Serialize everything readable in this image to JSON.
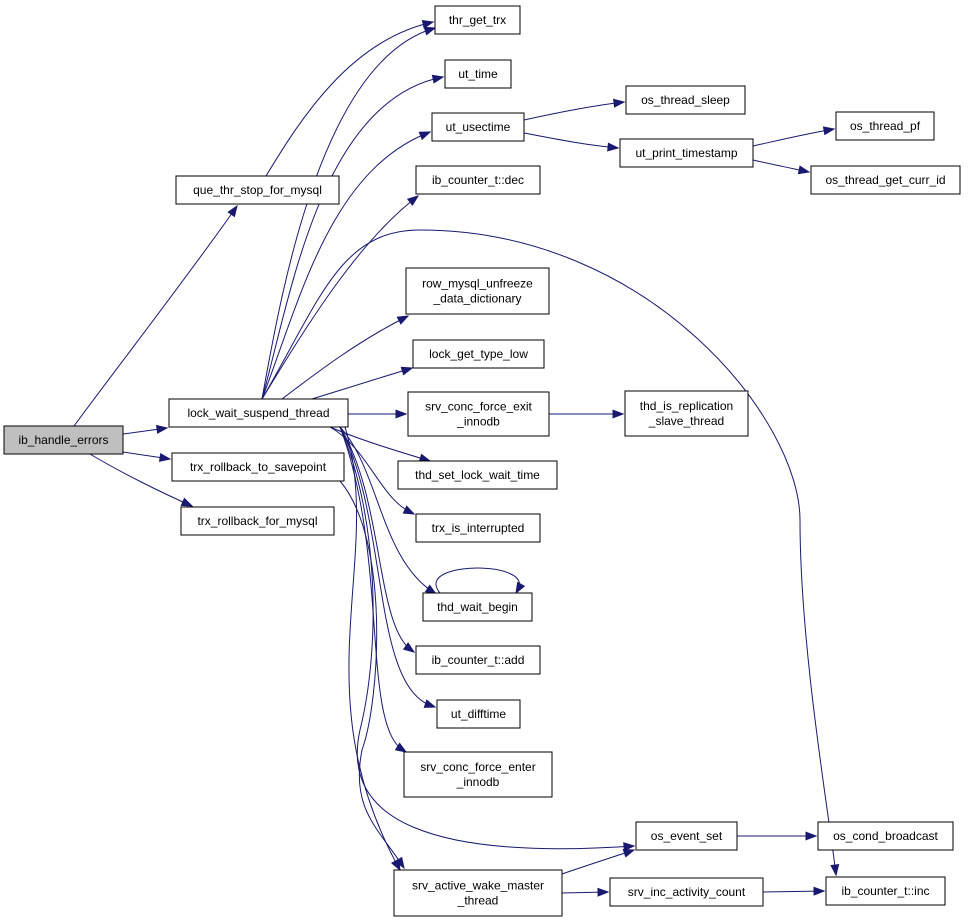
{
  "diagram": {
    "colors": {
      "edge": "#191970",
      "root_fill": "#bfbfbf",
      "node_fill": "#ffffff",
      "border": "#000000"
    },
    "nodes": {
      "ib_handle_errors": [
        "ib_handle_errors"
      ],
      "que_thr_stop_for_mysql": [
        "que_thr_stop_for_mysql"
      ],
      "lock_wait_suspend_thread": [
        "lock_wait_suspend_thread"
      ],
      "trx_rollback_to_savepoint": [
        "trx_rollback_to_savepoint"
      ],
      "trx_rollback_for_mysql": [
        "trx_rollback_for_mysql"
      ],
      "thr_get_trx": [
        "thr_get_trx"
      ],
      "ut_time": [
        "ut_time"
      ],
      "ut_usectime": [
        "ut_usectime"
      ],
      "ib_counter_t_dec": [
        "ib_counter_t::dec"
      ],
      "row_mysql_unfreeze_data_dictionary": [
        "row_mysql_unfreeze",
        "_data_dictionary"
      ],
      "lock_get_type_low": [
        "lock_get_type_low"
      ],
      "srv_conc_force_exit_innodb": [
        "srv_conc_force_exit",
        "_innodb"
      ],
      "thd_set_lock_wait_time": [
        "thd_set_lock_wait_time"
      ],
      "trx_is_interrupted": [
        "trx_is_interrupted"
      ],
      "thd_wait_begin": [
        "thd_wait_begin"
      ],
      "ib_counter_t_add": [
        "ib_counter_t::add"
      ],
      "ut_difftime": [
        "ut_difftime"
      ],
      "srv_conc_force_enter_innodb": [
        "srv_conc_force_enter",
        "_innodb"
      ],
      "srv_active_wake_master_thread": [
        "srv_active_wake_master",
        "_thread"
      ],
      "os_thread_sleep": [
        "os_thread_sleep"
      ],
      "ut_print_timestamp": [
        "ut_print_timestamp"
      ],
      "os_thread_pf": [
        "os_thread_pf"
      ],
      "os_thread_get_curr_id": [
        "os_thread_get_curr_id"
      ],
      "thd_is_replication_slave_thread": [
        "thd_is_replication",
        "_slave_thread"
      ],
      "os_event_set": [
        "os_event_set"
      ],
      "os_cond_broadcast": [
        "os_cond_broadcast"
      ],
      "srv_inc_activity_count": [
        "srv_inc_activity_count"
      ],
      "ib_counter_t_inc": [
        "ib_counter_t::inc"
      ]
    },
    "edges": [
      [
        "ib_handle_errors",
        "que_thr_stop_for_mysql"
      ],
      [
        "ib_handle_errors",
        "lock_wait_suspend_thread"
      ],
      [
        "ib_handle_errors",
        "trx_rollback_to_savepoint"
      ],
      [
        "ib_handle_errors",
        "trx_rollback_for_mysql"
      ],
      [
        "que_thr_stop_for_mysql",
        "thr_get_trx"
      ],
      [
        "lock_wait_suspend_thread",
        "thr_get_trx"
      ],
      [
        "lock_wait_suspend_thread",
        "ut_time"
      ],
      [
        "lock_wait_suspend_thread",
        "ut_usectime"
      ],
      [
        "lock_wait_suspend_thread",
        "ib_counter_t_dec"
      ],
      [
        "lock_wait_suspend_thread",
        "ib_counter_t_inc"
      ],
      [
        "lock_wait_suspend_thread",
        "row_mysql_unfreeze_data_dictionary"
      ],
      [
        "lock_wait_suspend_thread",
        "lock_get_type_low"
      ],
      [
        "lock_wait_suspend_thread",
        "srv_conc_force_exit_innodb"
      ],
      [
        "lock_wait_suspend_thread",
        "thd_set_lock_wait_time"
      ],
      [
        "lock_wait_suspend_thread",
        "trx_is_interrupted"
      ],
      [
        "lock_wait_suspend_thread",
        "thd_wait_begin"
      ],
      [
        "lock_wait_suspend_thread",
        "ib_counter_t_add"
      ],
      [
        "lock_wait_suspend_thread",
        "ut_difftime"
      ],
      [
        "lock_wait_suspend_thread",
        "srv_conc_force_enter_innodb"
      ],
      [
        "lock_wait_suspend_thread",
        "os_event_set"
      ],
      [
        "lock_wait_suspend_thread",
        "srv_active_wake_master_thread"
      ],
      [
        "trx_rollback_to_savepoint",
        "srv_active_wake_master_thread"
      ],
      [
        "ut_usectime",
        "os_thread_sleep"
      ],
      [
        "ut_usectime",
        "ut_print_timestamp"
      ],
      [
        "ut_print_timestamp",
        "os_thread_pf"
      ],
      [
        "ut_print_timestamp",
        "os_thread_get_curr_id"
      ],
      [
        "srv_conc_force_exit_innodb",
        "thd_is_replication_slave_thread"
      ],
      [
        "thd_wait_begin",
        "thd_wait_begin"
      ],
      [
        "os_event_set",
        "os_cond_broadcast"
      ],
      [
        "srv_active_wake_master_thread",
        "os_event_set"
      ],
      [
        "srv_active_wake_master_thread",
        "srv_inc_activity_count"
      ],
      [
        "srv_inc_activity_count",
        "ib_counter_t_inc"
      ]
    ]
  }
}
